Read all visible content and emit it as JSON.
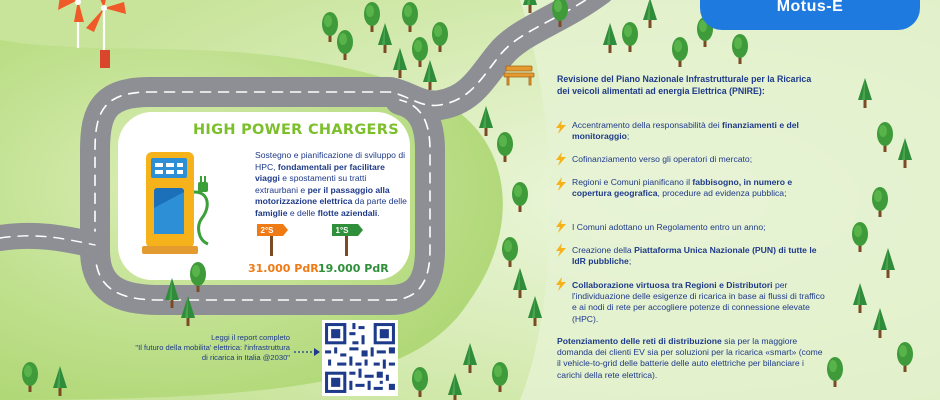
{
  "brand": {
    "label": "Motus-E",
    "color": "#1f7ae0"
  },
  "hpc": {
    "title": "HIGH POWER CHARGERS",
    "description": {
      "t1": "Sostegno e pianificazione di sviluppo di HPC, ",
      "b1": "fondamentali per facilitare viaggi",
      "t2": " e  spostamenti su tratti extraurbani e ",
      "b2": "per il passaggio alla motorizzazione elettrica",
      "t3": " da parte delle ",
      "b3": "famiglie",
      "t4": " e delle ",
      "b4": "flotte aziendali",
      "t5": "."
    },
    "signs": [
      {
        "label": "2°S",
        "price": "31.000 PdR",
        "color": "#f07a14"
      },
      {
        "label": "1°S",
        "price": "19.000 PdR",
        "color": "#2f8f3a"
      }
    ],
    "charger_icon": "ev-charger-icon"
  },
  "report": {
    "line1": "Leggi il report completo",
    "line2": "\"Il futuro della mobilita' elettrica: l'infrastruttura",
    "line3": "di ricarica in Italia @2030\"",
    "arrow_icon": "dashed-arrow-icon",
    "qr_icon": "qr-code-icon"
  },
  "pnire": {
    "title": "Revisione del Piano Nazionale Infrastrutturale per la Ricarica dei veicoli alimentati ad energia Elettrica (PNIRE):",
    "bullet_icon": "lightning-bolt-icon",
    "bullets": [
      {
        "t1": "Accentramento della responsabilità dei ",
        "b1": "finanziamenti e del monitoraggio",
        "t2": ";"
      },
      {
        "t1": "Cofinanziamento verso gli operatori di mercato;",
        "b1": "",
        "t2": ""
      },
      {
        "t1": "Regioni e Comuni pianificano il ",
        "b1": "fabbisogno, in numero e copertura geografica",
        "t2": ", procedure ad evidenza pubblica;"
      },
      {
        "t1": "I Comuni adottano un Regolamento entro un anno;",
        "b1": "",
        "t2": ""
      },
      {
        "t1": "Creazione della ",
        "b1": "Piattaforma Unica Nazionale (PUN) di tutte le IdR pubbliche",
        "t2": ";"
      },
      {
        "t1": "",
        "b1": "Collaborazione virtuosa tra Regioni e Distributori",
        "t2": " per l'individuazione delle esigenze di ricarica in base ai flussi di traffico e ai nodi di rete per accogliere potenze di connessione elevate (HPC)."
      }
    ]
  },
  "reti": {
    "b1": "Potenziamento delle reti di distribuzione",
    "t1": " sia per la maggiore domanda dei clienti EV sia per soluzioni per la ricarica «smart» (come il vehicle-to-grid delle batterie delle auto elettriche per bilanciare i carichi della rete elettrica)."
  },
  "colors": {
    "road": "#8e8f95",
    "grass": "#bfe08a",
    "text": "#1e3a8a",
    "accent_green": "#7bbf2a",
    "bolt": "#f5b21b"
  }
}
